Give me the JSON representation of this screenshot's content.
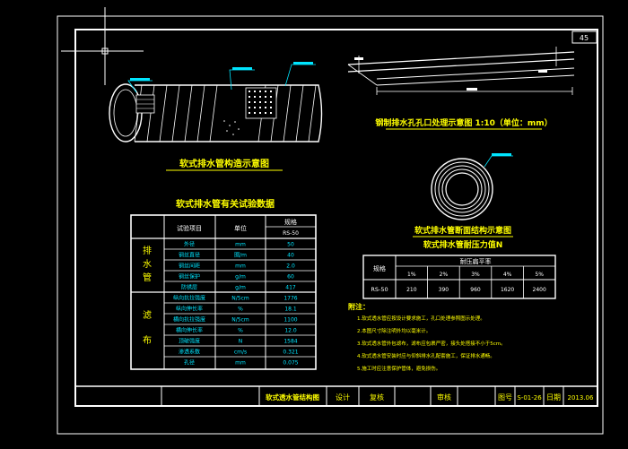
{
  "sheet": {
    "page_number": "45",
    "drawing_name": "软式透水管结构图",
    "design_label": "设计",
    "review_label": "复核",
    "approve_label": "审核",
    "drawing_no_label": "图号",
    "drawing_no": "S-01-26",
    "date_label": "日期",
    "date": "2013.06"
  },
  "views": {
    "pipe_structure_title": "软式排水管构造示意图",
    "drill_hole_title": "钢制排水孔孔口处理示意图 1:10（单位：mm）",
    "section_title": "软式排水管断面结构示意图"
  },
  "test_table": {
    "title": "软式排水管有关试验数据",
    "headers": [
      "试验项目",
      "单位",
      "规格"
    ],
    "spec_value": "RS-50",
    "group_pipe": "排水管",
    "group_filter": "滤布",
    "rows": [
      {
        "item": "外径",
        "unit": "mm",
        "value": "50"
      },
      {
        "item": "钢丝直径",
        "unit": "圈/m",
        "value": "40"
      },
      {
        "item": "钢丝间距",
        "unit": "mm",
        "value": "2.0"
      },
      {
        "item": "钢丝保护",
        "unit": "g/m",
        "value": "60"
      },
      {
        "item": "防锈层",
        "unit": "g/m",
        "value": "417"
      },
      {
        "item": "纵向抗拉强度",
        "unit": "N/5cm",
        "value": "1776"
      },
      {
        "item": "纵向伸长率",
        "unit": "%",
        "value": "18.1"
      },
      {
        "item": "横向抗拉强度",
        "unit": "N/5cm",
        "value": "1100"
      },
      {
        "item": "横向伸长率",
        "unit": "%",
        "value": "12.0"
      },
      {
        "item": "顶破强度",
        "unit": "N",
        "value": "1584"
      },
      {
        "item": "渗透系数",
        "unit": "cm/s",
        "value": "0.321"
      },
      {
        "item": "孔径",
        "unit": "mm",
        "value": "0.075"
      }
    ]
  },
  "pressure_table": {
    "title": "软式排水管耐压力值N",
    "spec_label": "规格",
    "flatness_label": "耐压扁平率",
    "cols": [
      "1%",
      "2%",
      "3%",
      "4%",
      "5%"
    ],
    "row_label": "RS-50",
    "values": [
      "210",
      "390",
      "960",
      "1620",
      "2400"
    ]
  },
  "notes": {
    "title": "附注：",
    "lines": [
      "1.软式透水管应按设计要求施工，孔口处理参照图示处理。",
      "2.本图尺寸除注明外均以毫米计。",
      "3.软式透水管外包滤布，滤布应包裹严密，接头处搭接不小于5cm。",
      "4.软式透水管安装时应与仰斜排水孔配套施工，保证排水通畅。",
      "5.施工时应注意保护管体，避免损伤。"
    ]
  }
}
